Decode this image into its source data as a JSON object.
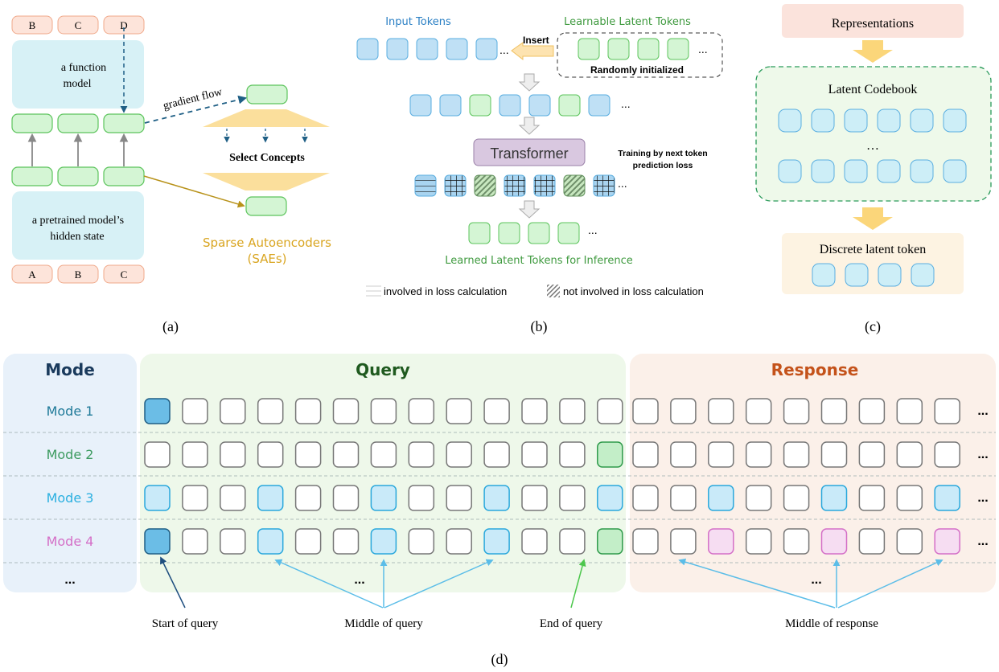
{
  "panel_a": {
    "top_tokens": [
      "B",
      "C",
      "D"
    ],
    "bottom_tokens": [
      "A",
      "B",
      "C"
    ],
    "function_model_label": [
      "a function",
      "model"
    ],
    "pretrained_label": [
      "a pretrained model’s",
      "hidden state"
    ],
    "gradient_flow_label": "gradient flow",
    "select_concepts_label": "Select Concepts",
    "sae_label": [
      "Sparse Autoencoders",
      "(SAEs)"
    ],
    "caption": "(a)"
  },
  "panel_b": {
    "input_tokens_label": "Input Tokens",
    "learnable_tokens_label": "Learnable Latent Tokens",
    "insert_label": "Insert",
    "randomly_initialized_label": "Randomly initialized",
    "mixed_sequence": [
      "input",
      "input",
      "latent",
      "input",
      "input",
      "latent",
      "input"
    ],
    "transformer_label": "Transformer",
    "training_note": [
      "Training by next token",
      "prediction loss"
    ],
    "output_sequence": [
      "involved",
      "involved",
      "not-involved",
      "involved",
      "involved",
      "not-involved",
      "involved"
    ],
    "learned_tokens_label": "Learned Latent Tokens for Inference",
    "legend_involved": "involved in loss calculation",
    "legend_not_involved": "not involved in loss calculation",
    "ellipsis": "...",
    "caption": "(b)"
  },
  "panel_c": {
    "representations_label": "Representations",
    "codebook_label": "Latent Codebook",
    "codebook_ellipsis": "…",
    "discrete_label": "Discrete latent token",
    "caption": "(c)"
  },
  "panel_d": {
    "mode_header": "Mode",
    "query_header": "Query",
    "response_header": "Response",
    "query_count": 13,
    "response_count": 9,
    "modes": [
      {
        "label": "Mode 1",
        "color": "#1f7a99",
        "query": {
          "0": "start"
        },
        "response": {}
      },
      {
        "label": "Mode 2",
        "color": "#3c9a5f",
        "query": {
          "12": "end"
        },
        "response": {}
      },
      {
        "label": "Mode 3",
        "color": "#2bb0e0",
        "query": {
          "0": "mid",
          "3": "mid",
          "6": "mid",
          "9": "mid",
          "12": "mid"
        },
        "response": {
          "2": "mid",
          "5": "mid",
          "8": "mid"
        }
      },
      {
        "label": "Mode 4",
        "color": "#d46fc7",
        "query": {
          "0": "start",
          "3": "mid",
          "6": "mid",
          "9": "mid",
          "12": "end"
        },
        "response": {
          "2": "resp",
          "5": "resp",
          "8": "resp"
        }
      }
    ],
    "more_modes": "...",
    "row_ellipsis": "...",
    "annotations": {
      "start": "Start of query",
      "middle_query": "Middle of query",
      "end": "End of query",
      "middle_response": "Middle of response"
    },
    "caption": "(d)"
  },
  "colors": {
    "token_green_fill": "#d4f5d4",
    "token_green_stroke": "#5cc45c",
    "token_blue_fill": "#bfe0f5",
    "token_blue_stroke": "#5aaee0",
    "token_cyan_fill": "#cdeef7",
    "token_peach_fill": "#fde4da",
    "token_peach_stroke": "#f0a98a",
    "start_fill": "#6bbde6",
    "start_stroke": "#1f5f85",
    "mid_fill": "#c9eaf9",
    "mid_stroke": "#2aa8dc",
    "end_fill": "#c3eec8",
    "end_stroke": "#2e9a4a",
    "resp_fill": "#f6ddf2",
    "resp_stroke": "#d46fc7",
    "query_header": "#1f5a1f",
    "response_header": "#c4521a",
    "mode_header": "#1a3a5c"
  }
}
